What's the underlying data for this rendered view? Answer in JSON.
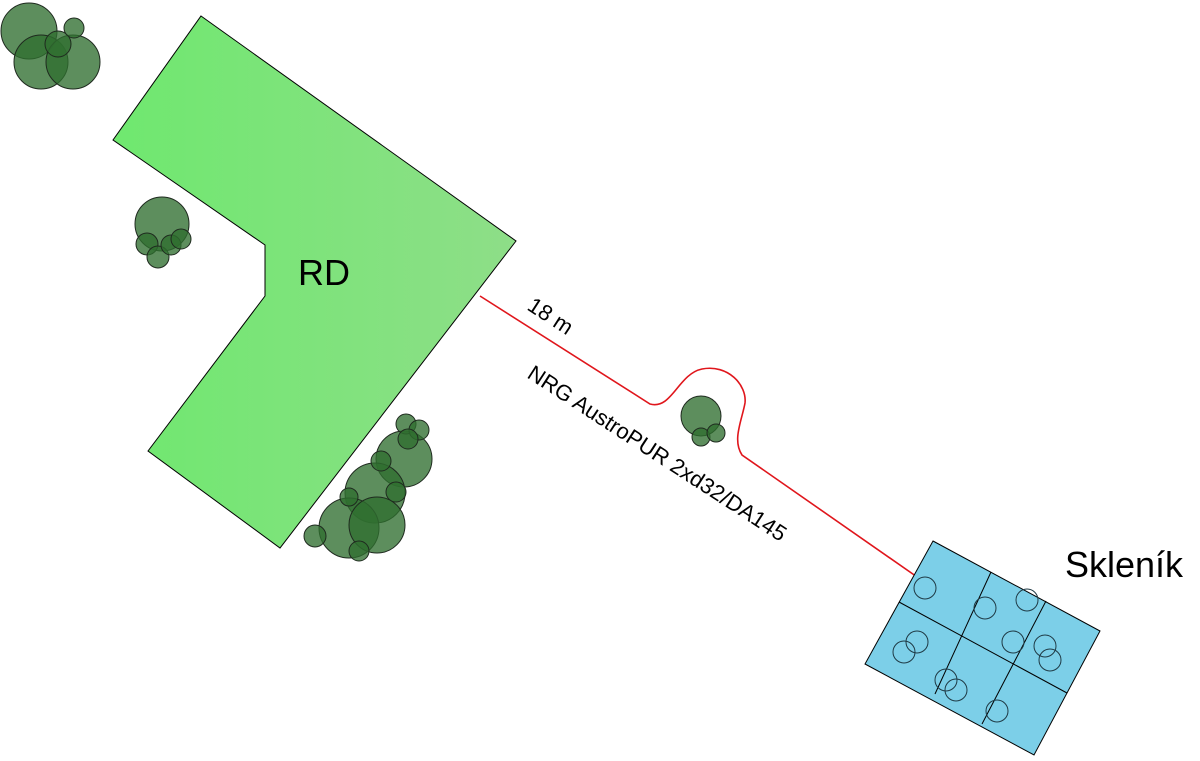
{
  "labels": {
    "house": "RD",
    "greenhouse": "Skleník",
    "length": "18 m",
    "pipe": "NRG AustroPUR 2xd32/DA145"
  },
  "colors": {
    "house_fill_start": "#6fe86f",
    "house_fill_end": "#8ede88",
    "greenhouse_fill": "#7ccfe8",
    "pipe": "#e0161c",
    "tree_fill": "#2f6e30",
    "outline": "#000000"
  }
}
